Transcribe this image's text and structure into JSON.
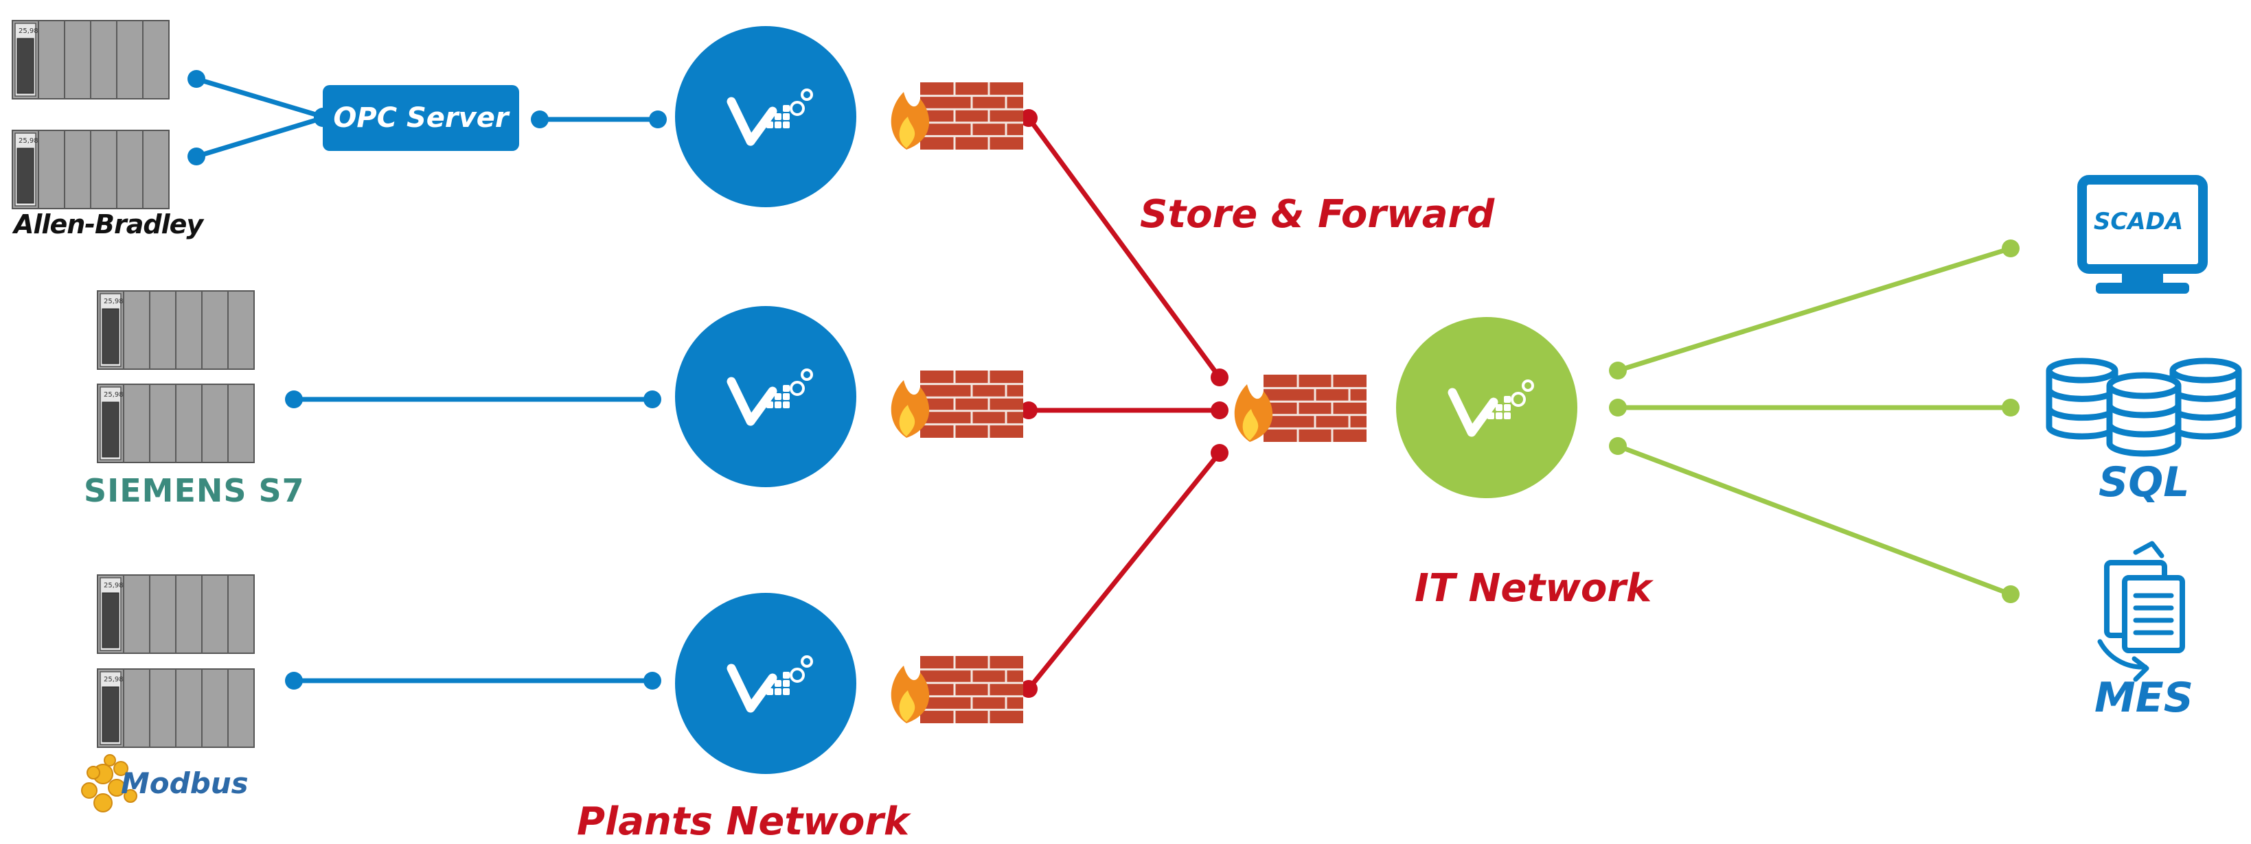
{
  "labels": {
    "allen_bradley": "Allen-Bradley",
    "siemens": "SIEMENS S7",
    "modbus": "Modbus",
    "opc_server": "OPC Server",
    "store_forward": "Store & Forward",
    "plants_network": "Plants Network",
    "it_network": "IT Network",
    "scada": "SCADA",
    "sql": "SQL",
    "mes": "MES",
    "plc_tag": "25,98"
  },
  "icons": {
    "plc": "plc-rack-icon",
    "gateway": "gateway-logo-icon",
    "firewall": "firewall-icon",
    "scada": "monitor-icon",
    "sql": "database-icon",
    "mes": "documents-sync-icon"
  },
  "colors": {
    "blue": "#0a7fc7",
    "red": "#c8101e",
    "green": "#9cc84a",
    "brick": "#c2452d",
    "siemens": "#3b8a7e",
    "plc_gray": "#a2a2a2"
  }
}
